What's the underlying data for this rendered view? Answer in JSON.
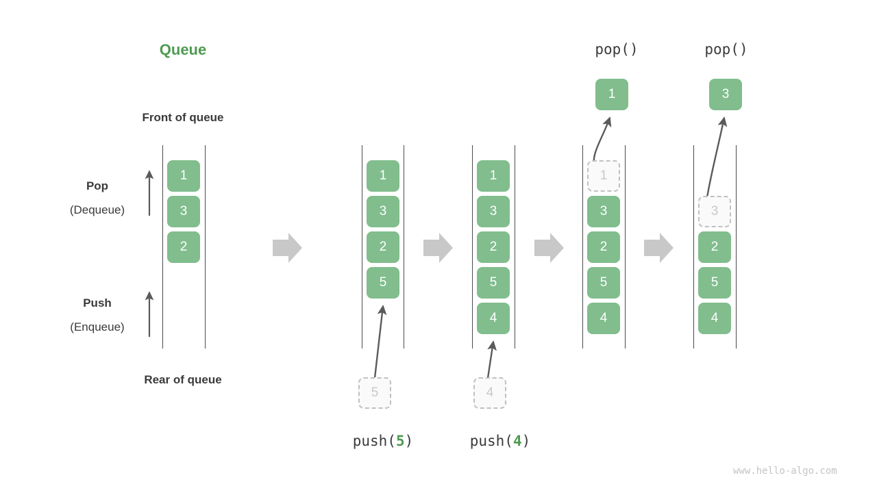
{
  "diagram": {
    "title": "Queue",
    "watermark": "www.hello-algo.com",
    "colors": {
      "accent_green": "#4e9a51",
      "cell_green": "#81bd8d",
      "ghost_border": "#c0c0c0",
      "ghost_text": "#c9c9c9",
      "rail": "#4a4a4a",
      "flow_arrow": "#c8c8c8",
      "text_dark": "#3a3a3a",
      "watermark": "#c4c4c4"
    }
  },
  "annotations": {
    "front_of_queue": "Front of queue",
    "rear_of_queue": "Rear of queue",
    "pop_label": "Pop",
    "pop_sub": "(Dequeue)",
    "push_label": "Push",
    "push_sub": "(Enqueue)"
  },
  "panels": [
    {
      "id": "initial",
      "caption": "",
      "op_prefix": "",
      "op_arg": "",
      "op_suffix": "",
      "cells": [
        {
          "value": "1",
          "state": "filled"
        },
        {
          "value": "3",
          "state": "filled"
        },
        {
          "value": "2",
          "state": "filled"
        }
      ],
      "incoming": null,
      "outgoing": null
    },
    {
      "id": "after-push-5",
      "caption": "push(5)",
      "op_prefix": "push(",
      "op_arg": "5",
      "op_suffix": ")",
      "cells": [
        {
          "value": "1",
          "state": "filled"
        },
        {
          "value": "3",
          "state": "filled"
        },
        {
          "value": "2",
          "state": "filled"
        },
        {
          "value": "5",
          "state": "filled"
        }
      ],
      "incoming": {
        "value": "5",
        "state": "ghost"
      },
      "outgoing": null
    },
    {
      "id": "after-push-4",
      "caption": "push(4)",
      "op_prefix": "push(",
      "op_arg": "4",
      "op_suffix": ")",
      "cells": [
        {
          "value": "1",
          "state": "filled"
        },
        {
          "value": "3",
          "state": "filled"
        },
        {
          "value": "2",
          "state": "filled"
        },
        {
          "value": "5",
          "state": "filled"
        },
        {
          "value": "4",
          "state": "filled"
        }
      ],
      "incoming": {
        "value": "4",
        "state": "ghost"
      },
      "outgoing": null
    },
    {
      "id": "after-pop-1",
      "caption": "pop()",
      "op_prefix": "pop(",
      "op_arg": "",
      "op_suffix": ")",
      "cells": [
        {
          "value": "1",
          "state": "ghost"
        },
        {
          "value": "3",
          "state": "filled"
        },
        {
          "value": "2",
          "state": "filled"
        },
        {
          "value": "5",
          "state": "filled"
        },
        {
          "value": "4",
          "state": "filled"
        }
      ],
      "incoming": null,
      "outgoing": {
        "value": "1",
        "state": "filled"
      }
    },
    {
      "id": "after-pop-3",
      "caption": "pop()",
      "op_prefix": "pop(",
      "op_arg": "",
      "op_suffix": ")",
      "cells": [
        {
          "value": "",
          "state": "empty"
        },
        {
          "value": "3",
          "state": "ghost"
        },
        {
          "value": "2",
          "state": "filled"
        },
        {
          "value": "5",
          "state": "filled"
        },
        {
          "value": "4",
          "state": "filled"
        }
      ],
      "incoming": null,
      "outgoing": {
        "value": "3",
        "state": "filled"
      }
    }
  ]
}
